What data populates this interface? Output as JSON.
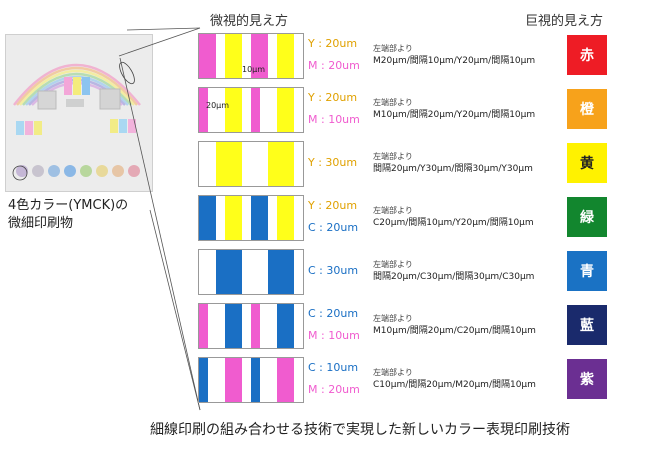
{
  "headers": {
    "micro": "微視的見え方",
    "macro": "巨視的見え方"
  },
  "caption": {
    "line1": "4色カラー(YMCK)の",
    "line2": "微細印刷物"
  },
  "footer": "細線印刷の組み合わせる技術で実現した新しいカラー表現印刷技術",
  "colors": {
    "Y": "#ffff1a",
    "M": "#f05ccf",
    "C": "#1a6fc4",
    "W": "#ffffff"
  },
  "rows": [
    {
      "labels": [
        {
          "text": "Y : 20um",
          "ink": "Y"
        },
        {
          "text": "M : 20um",
          "ink": "M"
        }
      ],
      "stripes": [
        [
          "M",
          20
        ],
        [
          "W",
          10
        ],
        [
          "Y",
          20
        ],
        [
          "W",
          10
        ],
        [
          "M",
          20
        ],
        [
          "W",
          10
        ],
        [
          "Y",
          20
        ],
        [
          "W",
          10
        ]
      ],
      "desc1": "左端部より",
      "desc2": "M20μm/間隔10μm/Y20μm/間隔10μm",
      "swatch": {
        "label": "赤",
        "color": "#ee1c25",
        "text": "#ffffff"
      },
      "dims": [
        "10μm"
      ]
    },
    {
      "labels": [
        {
          "text": "Y : 20um",
          "ink": "Y"
        },
        {
          "text": "M : 10um",
          "ink": "M"
        }
      ],
      "stripes": [
        [
          "M",
          10
        ],
        [
          "W",
          20
        ],
        [
          "Y",
          20
        ],
        [
          "W",
          10
        ],
        [
          "M",
          10
        ],
        [
          "W",
          20
        ],
        [
          "Y",
          20
        ],
        [
          "W",
          10
        ]
      ],
      "desc1": "左端部より",
      "desc2": "M10μm/間隔20μm/Y20μm/間隔10μm",
      "swatch": {
        "label": "橙",
        "color": "#f7a21b",
        "text": "#ffffff"
      },
      "dims": [
        "20μm"
      ]
    },
    {
      "labels": [
        {
          "text": "Y : 30um",
          "ink": "Y"
        }
      ],
      "stripes": [
        [
          "W",
          20
        ],
        [
          "Y",
          30
        ],
        [
          "W",
          30
        ],
        [
          "Y",
          30
        ],
        [
          "W",
          20
        ],
        [
          "Y",
          30
        ],
        [
          "W",
          30
        ],
        [
          "Y",
          30
        ]
      ],
      "desc1": "左端部より",
      "desc2": "間隔20μm/Y30μm/間隔30μm/Y30μm",
      "swatch": {
        "label": "黄",
        "color": "#fff200",
        "text": "#222222"
      },
      "dims": []
    },
    {
      "labels": [
        {
          "text": "Y : 20um",
          "ink": "Y"
        },
        {
          "text": "C : 20um",
          "ink": "C"
        }
      ],
      "stripes": [
        [
          "C",
          20
        ],
        [
          "W",
          10
        ],
        [
          "Y",
          20
        ],
        [
          "W",
          10
        ],
        [
          "C",
          20
        ],
        [
          "W",
          10
        ],
        [
          "Y",
          20
        ],
        [
          "W",
          10
        ]
      ],
      "desc1": "左端部より",
      "desc2": "C20μm/間隔10μm/Y20μm/間隔10μm",
      "swatch": {
        "label": "緑",
        "color": "#12862e",
        "text": "#ffffff"
      },
      "dims": []
    },
    {
      "labels": [
        {
          "text": "C : 30um",
          "ink": "C"
        }
      ],
      "stripes": [
        [
          "W",
          20
        ],
        [
          "C",
          30
        ],
        [
          "W",
          30
        ],
        [
          "C",
          30
        ],
        [
          "W",
          20
        ],
        [
          "C",
          30
        ],
        [
          "W",
          30
        ],
        [
          "C",
          30
        ]
      ],
      "desc1": "左端部より",
      "desc2": "間隔20μm/C30μm/間隔30μm/C30μm",
      "swatch": {
        "label": "青",
        "color": "#1a72c4",
        "text": "#ffffff"
      },
      "dims": []
    },
    {
      "labels": [
        {
          "text": "C : 20um",
          "ink": "C"
        },
        {
          "text": "M : 10um",
          "ink": "M"
        }
      ],
      "stripes": [
        [
          "M",
          10
        ],
        [
          "W",
          20
        ],
        [
          "C",
          20
        ],
        [
          "W",
          10
        ],
        [
          "M",
          10
        ],
        [
          "W",
          20
        ],
        [
          "C",
          20
        ],
        [
          "W",
          10
        ]
      ],
      "desc1": "左端部より",
      "desc2": "M10μm/間隔20μm/C20μm/間隔10μm",
      "swatch": {
        "label": "藍",
        "color": "#1a2a6c",
        "text": "#ffffff"
      },
      "dims": []
    },
    {
      "labels": [
        {
          "text": "C : 10um",
          "ink": "C"
        },
        {
          "text": "M : 20um",
          "ink": "M"
        }
      ],
      "stripes": [
        [
          "C",
          10
        ],
        [
          "W",
          20
        ],
        [
          "M",
          20
        ],
        [
          "W",
          10
        ],
        [
          "C",
          10
        ],
        [
          "W",
          20
        ],
        [
          "M",
          20
        ],
        [
          "W",
          10
        ]
      ],
      "desc1": "左端部より",
      "desc2": "C10μm/間隔20μm/M20μm/間隔10μm",
      "swatch": {
        "label": "紫",
        "color": "#6b2f92",
        "text": "#ffffff"
      },
      "dims": []
    }
  ]
}
